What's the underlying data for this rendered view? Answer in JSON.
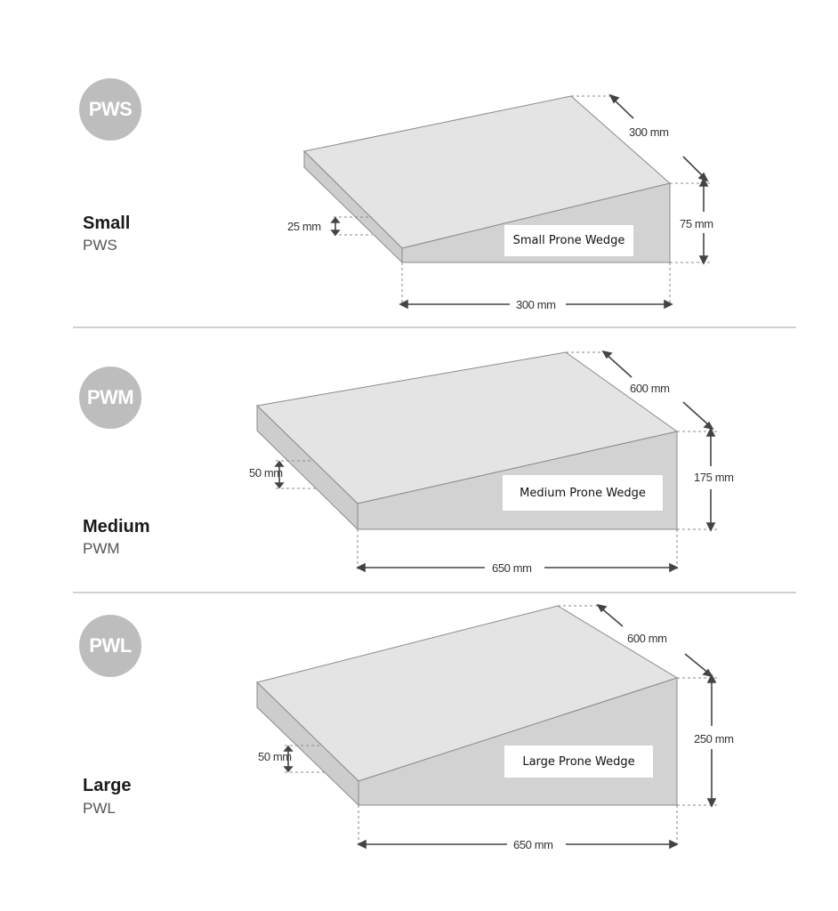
{
  "sizes": [
    {
      "badge": "PWS",
      "title": "Small",
      "code": "PWS",
      "label": "Small Prone Wedge",
      "dims": {
        "depth": "300 mm",
        "height": "75 mm",
        "length": "300 mm",
        "low_height": "25 mm"
      }
    },
    {
      "badge": "PWM",
      "title": "Medium",
      "code": "PWM",
      "label": "Medium Prone Wedge",
      "dims": {
        "depth": "600 mm",
        "height": "175 mm",
        "length": "650 mm",
        "low_height": "50 mm"
      }
    },
    {
      "badge": "PWL",
      "title": "Large",
      "code": "PWL",
      "label": "Large Prone Wedge",
      "dims": {
        "depth": "600 mm",
        "height": "250 mm",
        "length": "650 mm",
        "low_height": "50 mm"
      }
    }
  ],
  "colors": {
    "top_face": "#e4e4e4",
    "side_face": "#d2d2d2",
    "end_face": "#cdcdcd",
    "edge": "#8a8a8a",
    "badge": "#bdbdbd"
  }
}
